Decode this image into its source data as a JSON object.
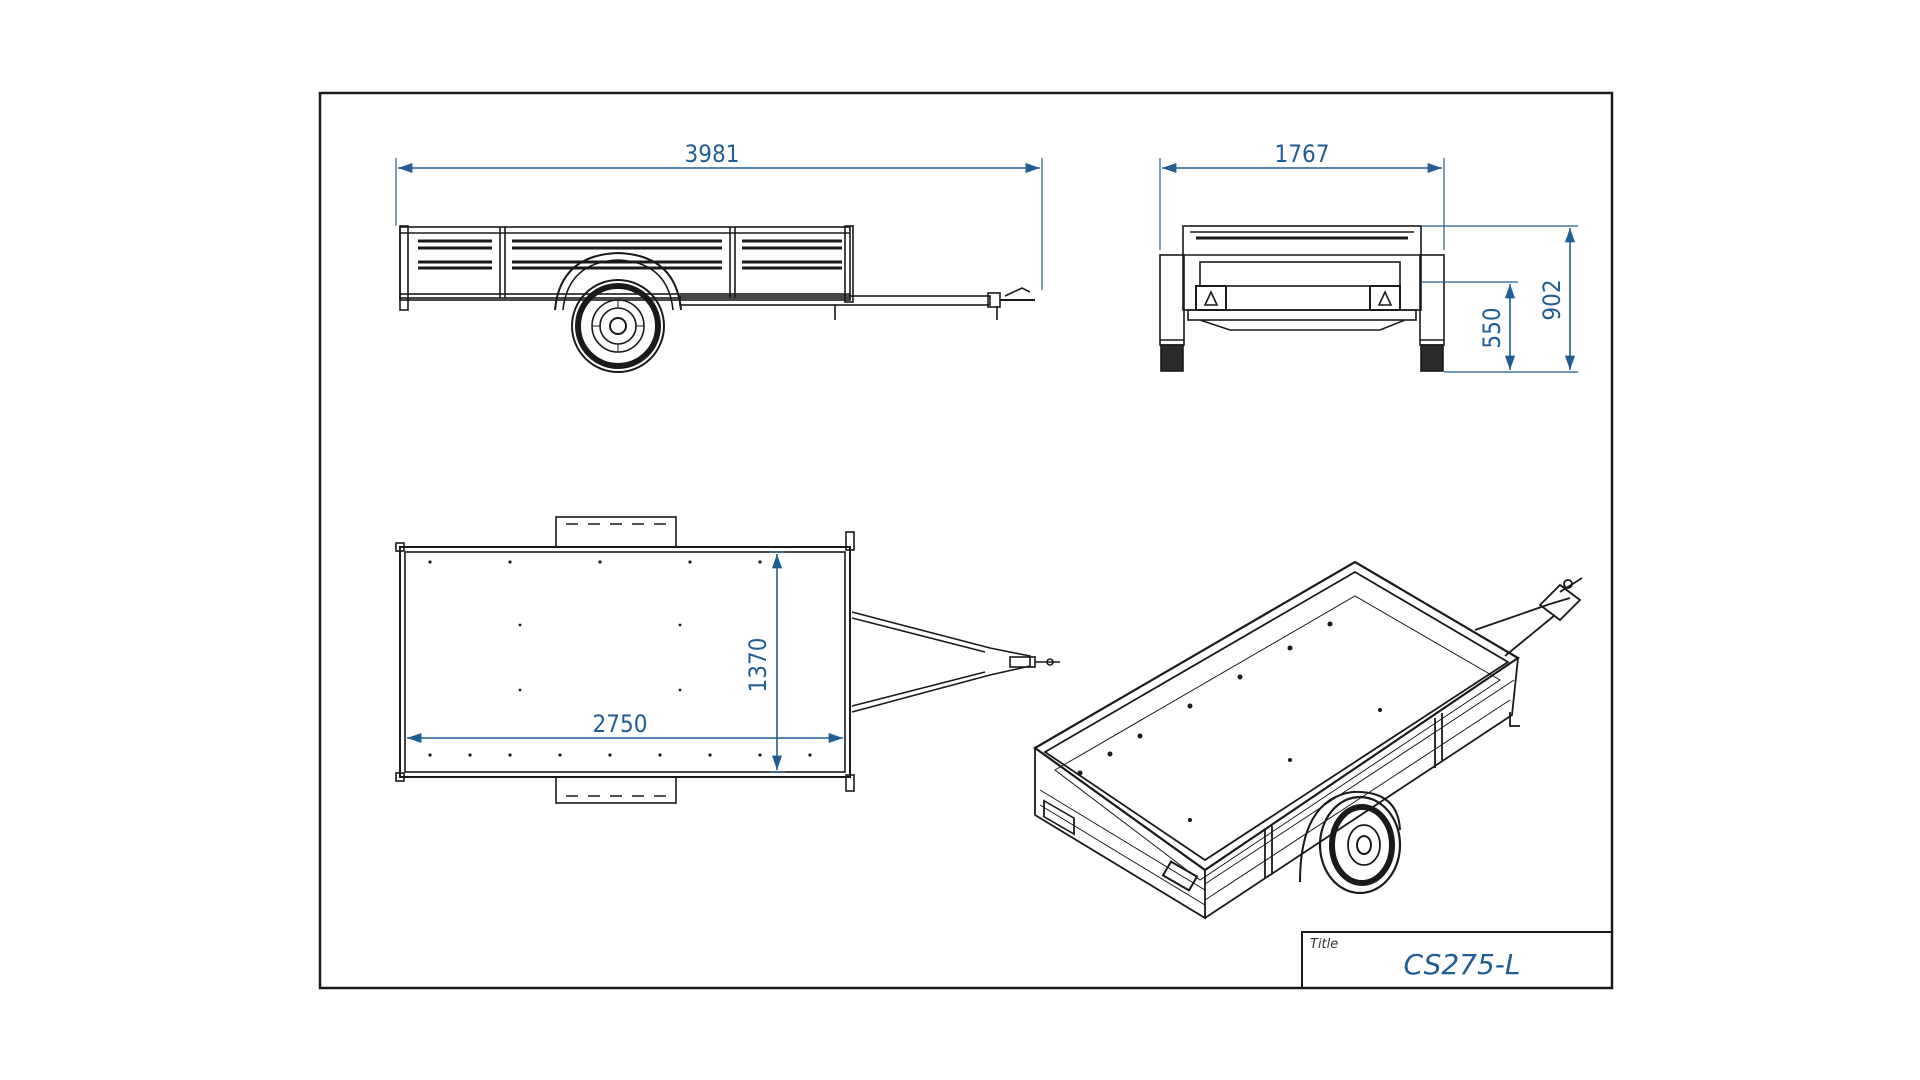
{
  "dimensions": {
    "overall_length": "3981",
    "overall_width": "1767",
    "height_to_side": "902",
    "platform_height": "550",
    "inner_width": "1370",
    "inner_length": "2750"
  },
  "title_block": {
    "label": "Title",
    "value": "CS275-L"
  },
  "colors": {
    "line": "#1a1a1a",
    "dimension": "#1f5d93",
    "background": "#ffffff"
  }
}
